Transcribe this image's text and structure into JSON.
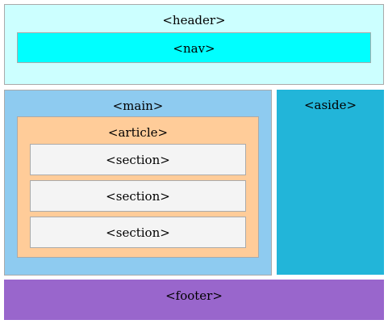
{
  "colors": {
    "header": "#ccffff",
    "nav": "#00ffff",
    "main": "#8ecbf0",
    "aside": "#22b5d9",
    "article": "#ffcc99",
    "section": "#f4f4f4",
    "footer": "#9966cc",
    "border": "#aaaaaa"
  },
  "header": {
    "label": "<header>"
  },
  "nav": {
    "label": "<nav>"
  },
  "main": {
    "label": "<main>"
  },
  "aside": {
    "label": "<aside>"
  },
  "article": {
    "label": "<article>"
  },
  "sections": [
    {
      "label": "<section>"
    },
    {
      "label": "<section>"
    },
    {
      "label": "<section>"
    }
  ],
  "footer": {
    "label": "<footer>"
  }
}
